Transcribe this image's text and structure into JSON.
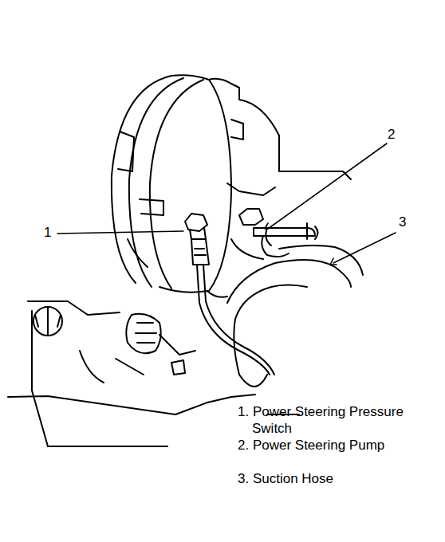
{
  "diagram": {
    "labels": [
      "1",
      "2",
      "3",
      "1. Power Steering Pressure Switch",
      "2. Power Steering Pump",
      "3. Suction Hose"
    ]
  }
}
